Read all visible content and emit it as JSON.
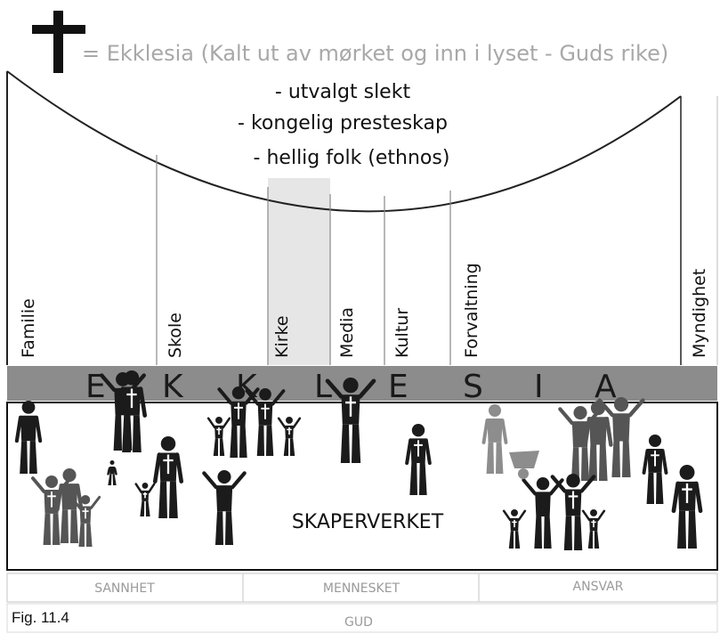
{
  "header": {
    "ekklesia_definition": "= Ekklesia (Kalt ut av mørket og inn i lyset - Guds rike)",
    "identity_lines": [
      "- utvalgt slekt",
      "- kongelig presteskap",
      "- hellig folk (ethnos)"
    ]
  },
  "domains": [
    "Familie",
    "Skole",
    "Kirke",
    "Media",
    "Kultur",
    "Forvaltning",
    "Myndighet"
  ],
  "highlighted_domain": "Kirke",
  "ekklesia_bar_letters": [
    "E",
    "K",
    "K",
    "L",
    "E",
    "S",
    "I",
    "A"
  ],
  "creation_label": "SKAPERVERKET",
  "foundation": {
    "pillars": [
      "SANNHET",
      "MENNESKET",
      "ANSVAR"
    ],
    "base": "GUD"
  },
  "figure_caption": "Fig. 11.4",
  "colors": {
    "bar": "#8c8c8c",
    "highlight_column": "#e6e6e6",
    "foundation_text": "#9a9a9a",
    "silhouette_dark": "#1b1b1b",
    "silhouette_mid": "#555555",
    "silhouette_light": "#8d8d8d"
  }
}
